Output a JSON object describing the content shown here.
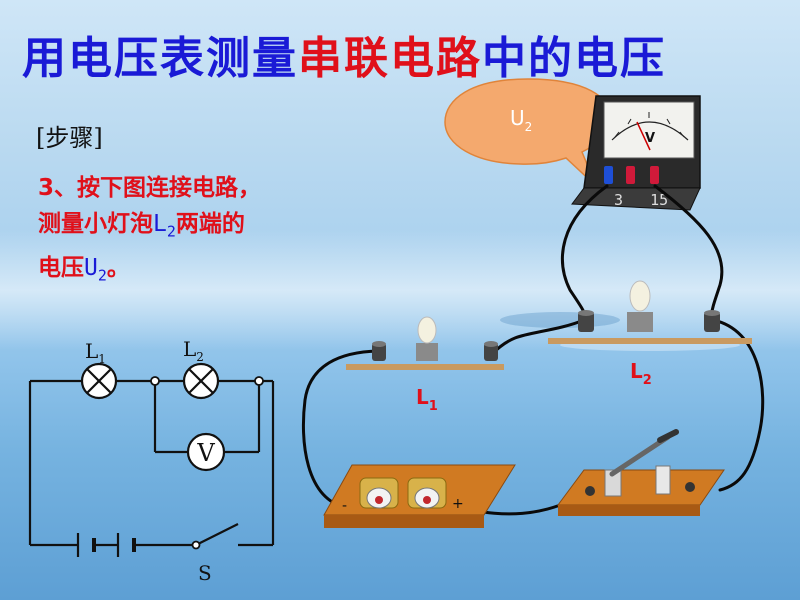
{
  "title": {
    "part1": "用电压表测量",
    "part2": "串联电路",
    "part3": "中的电压"
  },
  "step": {
    "header": "[步骤]",
    "line1": "3、按下图连接电路，",
    "line2_pre": "测量小灯泡",
    "line2_L": "L",
    "line2_sub": "2",
    "line2_post": "两端的",
    "line3_pre": "电压",
    "line3_U": "U",
    "line3_sub": "2",
    "line3_post": "。"
  },
  "schematic": {
    "L1": "L",
    "L1_sub": "1",
    "L2": "L",
    "L2_sub": "2",
    "meter": "V",
    "switch": "S"
  },
  "callout": {
    "U": "U",
    "sub": "2"
  },
  "voltmeter": {
    "terminal_labels": "3   15"
  },
  "lamps": {
    "L1": "L",
    "L1_sub": "1",
    "L2": "L",
    "L2_sub": "2"
  },
  "battery": {
    "minus": "-",
    "plus": "+"
  },
  "colors": {
    "title_blue": "#1a1ad6",
    "title_red": "#e0101a",
    "callout_fill": "#f4a96e",
    "board": "#c9701f"
  }
}
